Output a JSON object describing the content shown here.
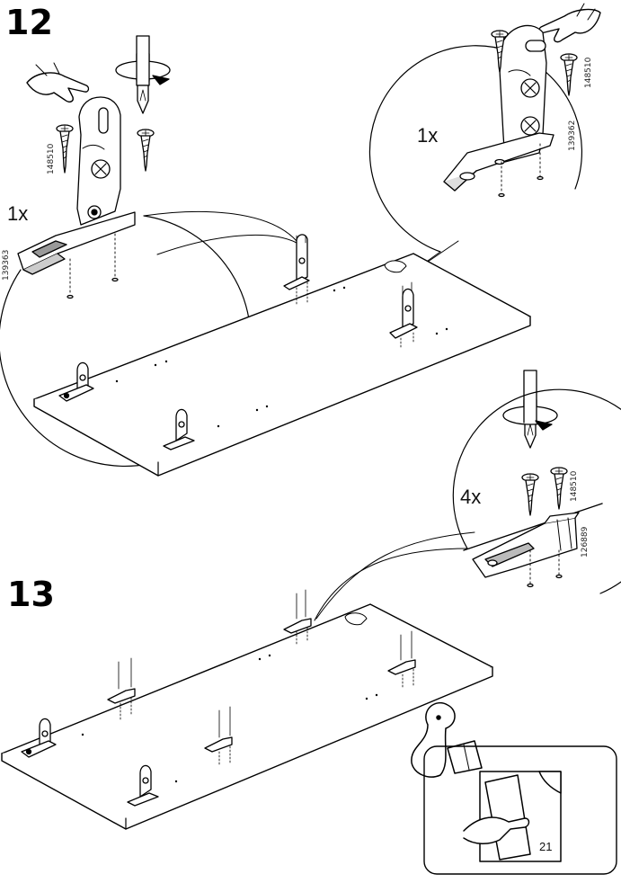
{
  "steps": [
    {
      "number": "12",
      "callouts": [
        {
          "quantity": "1x",
          "parts": [
            "148510",
            "139363"
          ]
        },
        {
          "quantity": "1x",
          "parts": [
            "148510",
            "139362"
          ]
        }
      ]
    },
    {
      "number": "13",
      "callouts": [
        {
          "quantity": "4x",
          "parts": [
            "148510",
            "126889"
          ]
        }
      ]
    }
  ],
  "footer": {
    "page_number": "21",
    "icon": "turn-page-icon"
  },
  "icons": [
    "hand-pointing-icon",
    "screwdriver-icon",
    "screw-icon",
    "hinge-bracket-icon",
    "mounting-clip-icon"
  ]
}
